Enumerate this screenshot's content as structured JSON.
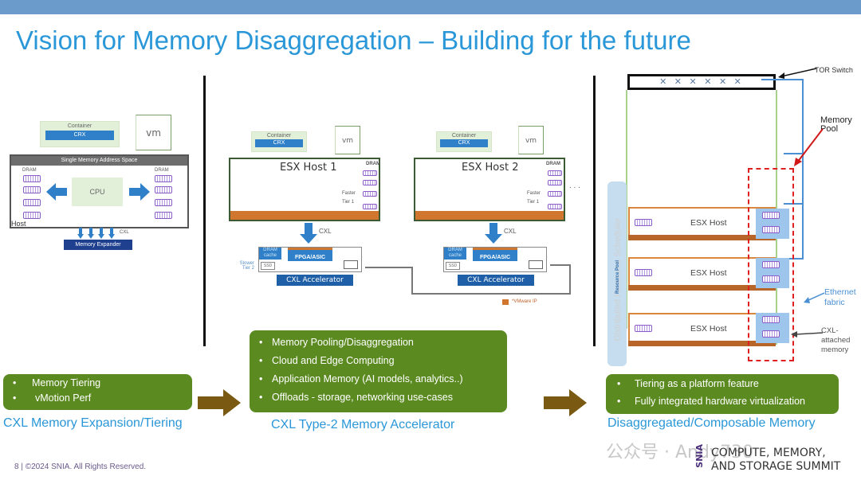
{
  "slide": {
    "title": "Vision for Memory Disaggregation – Building for the future",
    "footer": "8 | ©2024 SNIA. All Rights Reserved.",
    "colors": {
      "title_blue": "#2a97d8",
      "card_green": "#5b8a21",
      "arrow_brown": "#7a5a12",
      "accent_orange": "#d0762f",
      "pool_red": "#e02020"
    }
  },
  "panel1": {
    "container_label": "Container",
    "crx_label": "CRX",
    "vm_label": "vm",
    "address_space_label": "Single Memory Address Space",
    "dram_left": "DRAM",
    "dram_right": "DRAM",
    "cpu_label": "CPU",
    "host_label": "Host",
    "cxl_label": "CXL",
    "expander_label": "Memory Expander",
    "card_items": [
      "Memory Tiering",
      "vMotion Perf"
    ],
    "caption": "CXL Memory Expansion/Tiering"
  },
  "panel2": {
    "hosts": [
      {
        "container_label": "Container",
        "crx_label": "CRX",
        "vm_label": "vm",
        "title": "ESX Host 1",
        "dram_label": "DRAM",
        "faster_label": "Faster",
        "tier_label": "Tier 1",
        "cxl_label": "CXL",
        "dram_cache_label": "DRAM cache",
        "fpga_label": "FPGA/ASIC",
        "ssd_label": "SSD",
        "accelerator_label": "CXL Accelerator"
      },
      {
        "container_label": "Container",
        "crx_label": "CRX",
        "vm_label": "vm",
        "title": "ESX Host 2",
        "dram_label": "DRAM",
        "faster_label": "Faster",
        "tier_label": "Tier 1",
        "cxl_label": "CXL",
        "dram_cache_label": "DRAM cache",
        "fpga_label": "FPGA/ASIC",
        "ssd_label": "SSD",
        "accelerator_label": "CXL Accelerator"
      }
    ],
    "slower_tier_label": "Slower Tier 2",
    "ellipsis": ". . .",
    "legend_label": "*VMware IP",
    "card_items": [
      "Memory Pooling/Disaggregation",
      "Cloud and Edge Computing",
      "Application Memory (AI models, analytics..)",
      "Offloads - storage, networking use-cases"
    ],
    "caption": "CXL Type-2 Memory Accelerator"
  },
  "panel3": {
    "tor_label": "TOR Switch",
    "tor_glyphs": "✕ ✕ ✕ ✕  ✕ ✕",
    "memory_pool_label": "Memory Pool",
    "drs_label": "Distributed Resource Scheduler",
    "resource_pool_label": "Resource Pool",
    "hosts": [
      "ESX Host",
      "ESX Host",
      "ESX Host"
    ],
    "ethernet_label": "Ethernet fabric",
    "cxl_attached_label": "CXL-attached memory",
    "card_items": [
      "Tiering as a platform feature",
      "Fully integrated hardware virtualization"
    ],
    "caption": "Disaggregated/Composable Memory"
  },
  "branding": {
    "watermark": "公众号 · Andy730",
    "snia": "SNIA",
    "summit_line1": "COMPUTE, MEMORY,",
    "summit_line2": "AND STORAGE SUMMIT"
  }
}
